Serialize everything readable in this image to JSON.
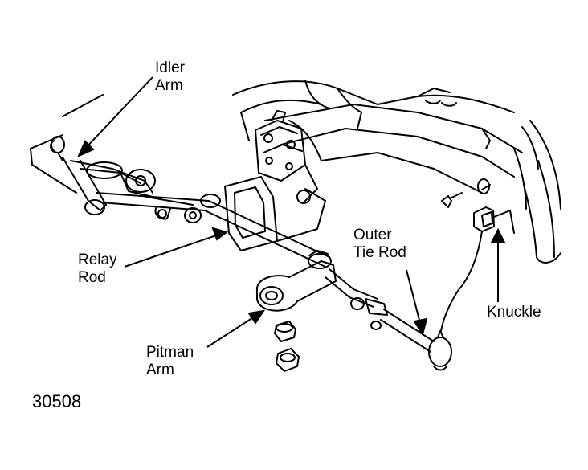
{
  "labels": {
    "idler_arm": [
      "Idler",
      "Arm"
    ],
    "relay_rod": [
      "Relay",
      "Rod"
    ],
    "outer_tie_rod": [
      "Outer",
      "Tie Rod"
    ],
    "knuckle": "Knuckle",
    "pitman_arm": [
      "Pitman",
      "Arm"
    ]
  },
  "figure_number": "30508",
  "colors": {
    "ink": "#000000",
    "paper": "#ffffff"
  }
}
